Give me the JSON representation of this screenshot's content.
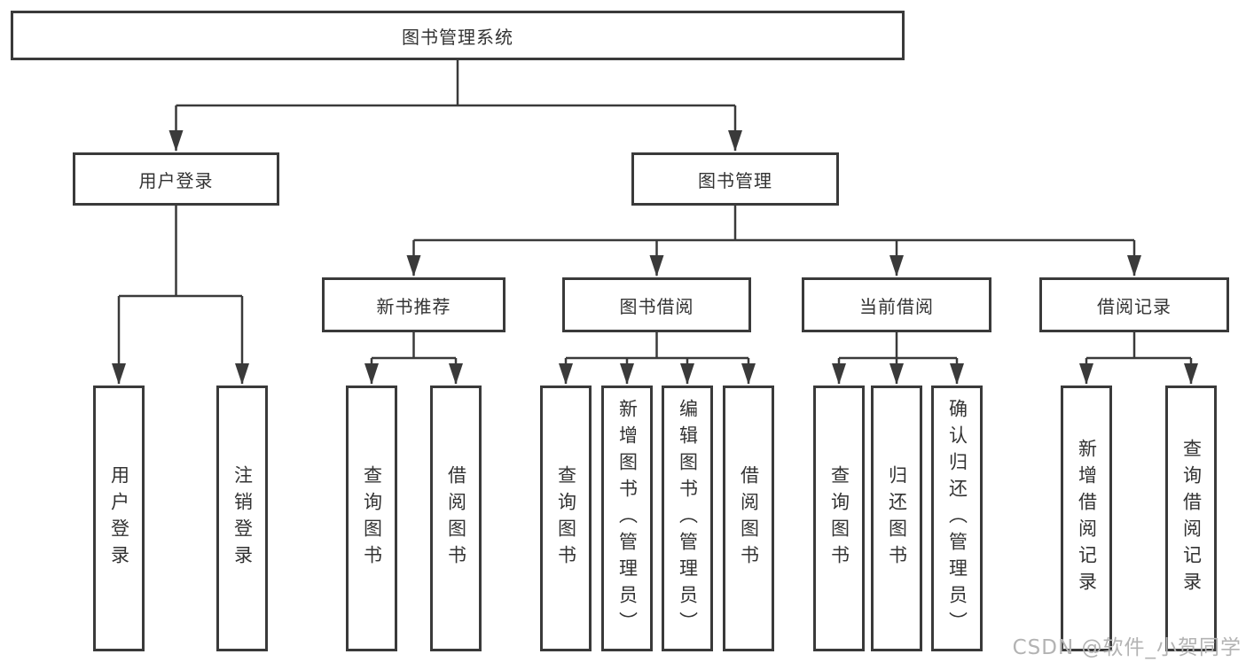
{
  "tree": {
    "label": "图书管理系统",
    "children": [
      {
        "label": "用户登录",
        "children": [
          {
            "label": "用户登录"
          },
          {
            "label": "注销登录"
          }
        ]
      },
      {
        "label": "图书管理",
        "children": [
          {
            "label": "新书推荐",
            "children": [
              {
                "label": "查询图书"
              },
              {
                "label": "借阅图书"
              }
            ]
          },
          {
            "label": "图书借阅",
            "children": [
              {
                "label": "查询图书"
              },
              {
                "label": "新增图书（管理员）"
              },
              {
                "label": "编辑图书（管理员）"
              },
              {
                "label": "借阅图书"
              }
            ]
          },
          {
            "label": "当前借阅",
            "children": [
              {
                "label": "查询图书"
              },
              {
                "label": "归还图书"
              },
              {
                "label": "确认归还（管理员）"
              }
            ]
          },
          {
            "label": "借阅记录",
            "children": [
              {
                "label": "新增借阅记录"
              },
              {
                "label": "查询借阅记录"
              }
            ]
          }
        ]
      }
    ]
  },
  "watermark": {
    "text": "CSDN @软件_小贺同学"
  },
  "colors": {
    "line": "#3a3a3a",
    "text": "#333333",
    "background": "#ffffff",
    "watermark": "#b3b3b3"
  }
}
